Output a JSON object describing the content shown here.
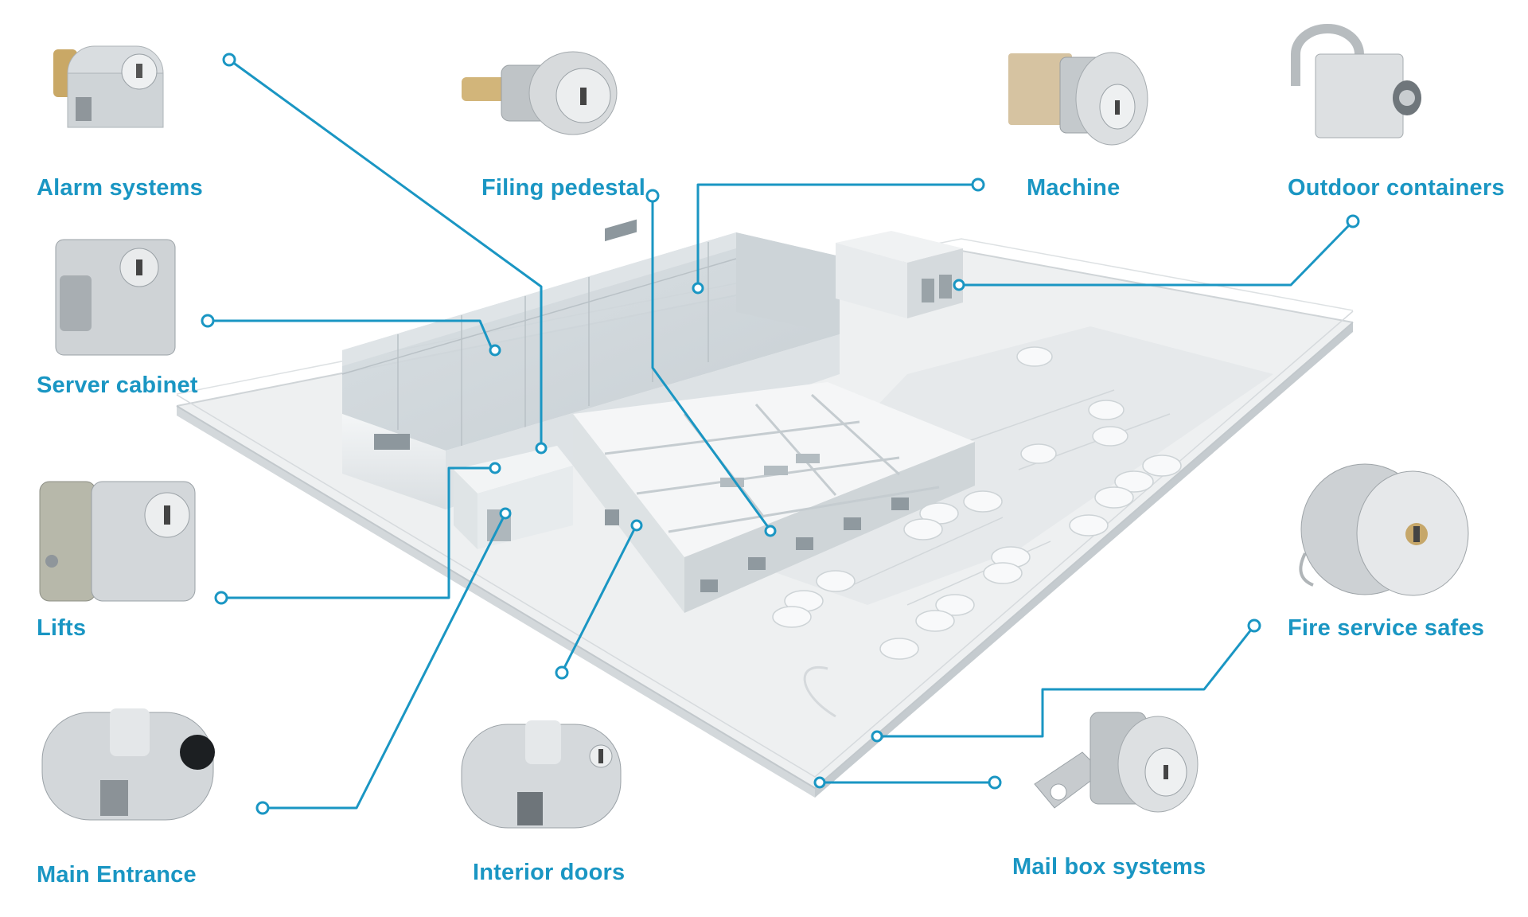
{
  "colors": {
    "accent": "#1a96c3",
    "building": "#e9eced",
    "ground": "#f1f3f4",
    "metal": "#c9ced3"
  },
  "labels": {
    "alarm_systems": "Alarm systems",
    "filing_pedestal": "Filing pedestal",
    "machine": "Machine",
    "outdoor_containers": "Outdoor containers",
    "server_cabinet": "Server cabinet",
    "lifts": "Lifts",
    "fire_service_safes": "Fire service safes",
    "main_entrance": "Main Entrance",
    "interior_doors": "Interior doors",
    "mail_box_systems": "Mail box systems"
  },
  "icons": {
    "alarm_systems": "half-cylinder-lock-icon",
    "filing_pedestal": "cam-lock-icon",
    "machine": "cam-lock-icon",
    "outdoor_containers": "padlock-icon",
    "server_cabinet": "half-cylinder-lock-icon",
    "lifts": "half-cylinder-lock-icon",
    "fire_service_safes": "round-cylinder-lock-icon",
    "main_entrance": "double-cylinder-lock-icon",
    "interior_doors": "double-cylinder-lock-icon",
    "mail_box_systems": "mailbox-cam-lock-icon"
  }
}
